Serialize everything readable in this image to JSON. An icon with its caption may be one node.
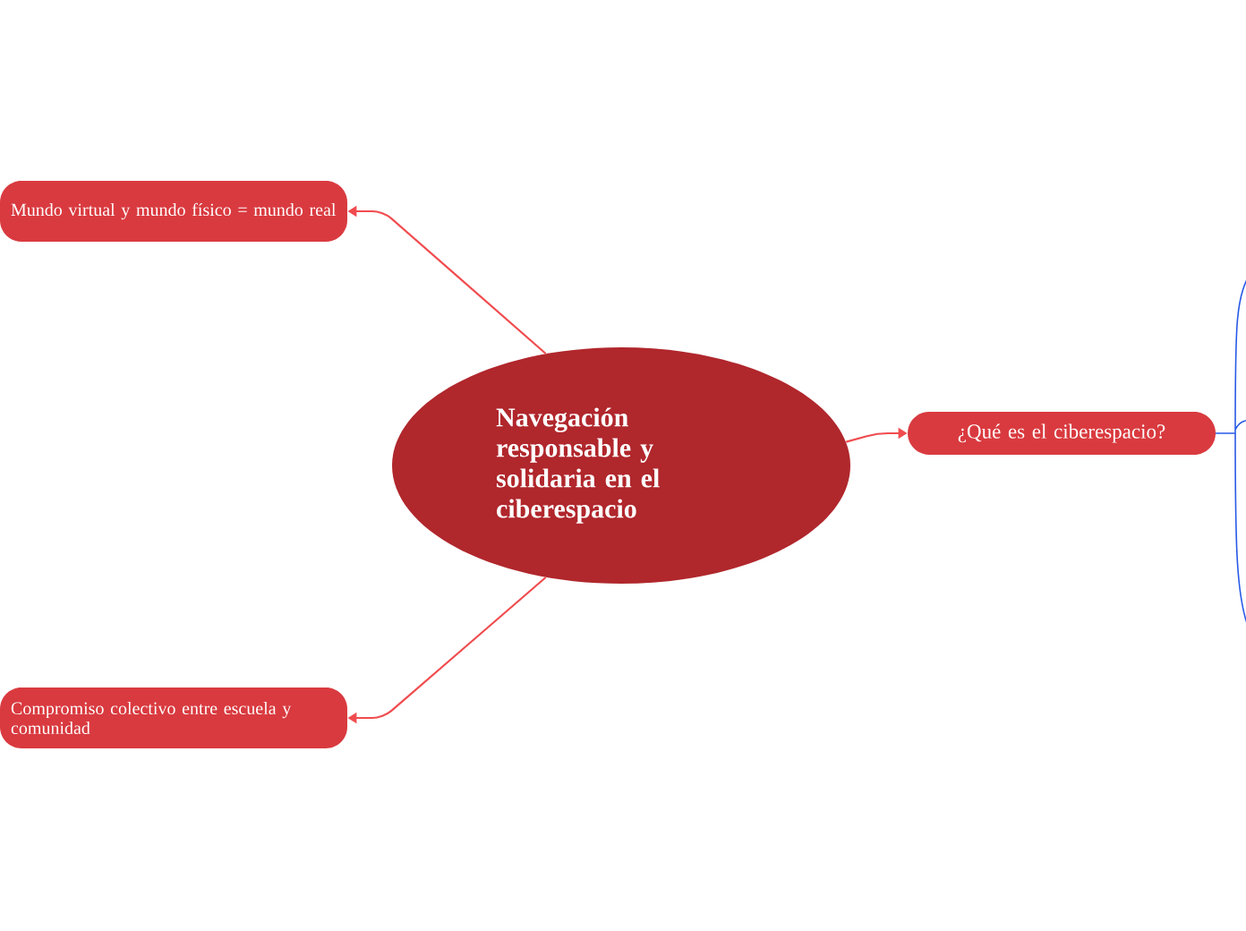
{
  "diagram": {
    "nodes": [
      {
        "text": [
          "Navegación responsable y solidaria en el ciberespacio"
        ]
      },
      {
        "text": [
          "Mundo virtual y mundo físico = mundo real"
        ]
      },
      {
        "text": [
          "Compromiso colectivo entre escuela y comunidad"
        ]
      },
      {
        "text": [
          "¿Qué es el ciberespacio?"
        ]
      }
    ],
    "edges": [
      {
        "from": 0,
        "to": 1,
        "arrow": "to"
      },
      {
        "from": 0,
        "to": 2,
        "arrow": "to"
      },
      {
        "from": 0,
        "to": 3,
        "arrow": "to"
      }
    ]
  }
}
